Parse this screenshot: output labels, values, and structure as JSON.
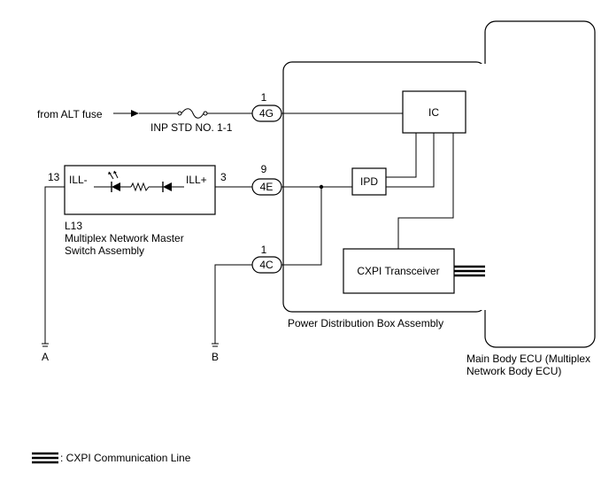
{
  "sources": {
    "from_alt_fuse": "from ALT fuse"
  },
  "fuse": {
    "label": "INP STD NO. 1-1"
  },
  "connectors": [
    {
      "pin": "1",
      "id": "4G"
    },
    {
      "pin": "9",
      "id": "4E"
    },
    {
      "pin": "1",
      "id": "4C"
    }
  ],
  "switch": {
    "code": "L13",
    "name_line1": "Multiplex Network Master",
    "name_line2": "Switch Assembly",
    "pin_left": "13",
    "pin_left_label": "ILL-",
    "pin_right": "3",
    "pin_right_label": "ILL+"
  },
  "pdb": {
    "name": "Power Distribution Box Assembly",
    "ic": "IC",
    "ipd": "IPD",
    "cxpi": "CXPI Transceiver"
  },
  "ecu": {
    "name_line1": "Main Body ECU (Multiplex",
    "name_line2": "Network Body ECU)"
  },
  "grounds": {
    "a": "A",
    "b": "B"
  },
  "legend": {
    "cxpi_line": ": CXPI Communication Line"
  }
}
